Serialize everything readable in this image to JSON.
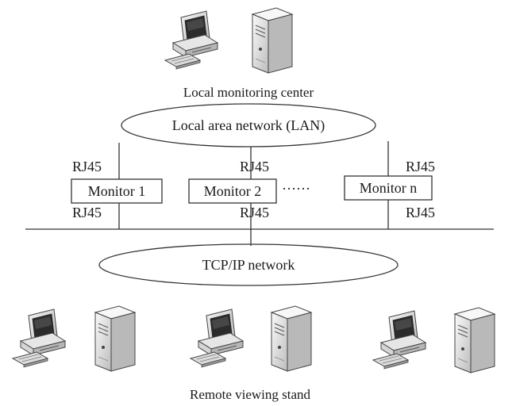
{
  "top_caption": "Local monitoring center",
  "lan_label": "Local area network (LAN)",
  "monitors": [
    {
      "label": "Monitor 1",
      "port_top": "RJ45",
      "port_bottom": "RJ45"
    },
    {
      "label": "Monitor 2",
      "port_top": "RJ45",
      "port_bottom": "RJ45"
    },
    {
      "label": "Monitor n",
      "port_top": "RJ45",
      "port_bottom": "RJ45"
    }
  ],
  "ellipsis": "······",
  "tcp_label": "TCP/IP network",
  "bottom_caption": "Remote viewing stand",
  "icons": {
    "workstation": "desktop-computer-icon",
    "server": "server-tower-icon"
  },
  "colors": {
    "line": "#333333",
    "device_light": "#f2f2f2",
    "device_shade": "#c9c9c9",
    "screen": "#2b2b2b"
  }
}
